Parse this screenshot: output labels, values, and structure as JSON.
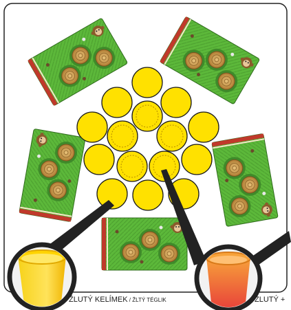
{
  "captions": {
    "yellow_cup": "ŽLUTÝ KELÍMEK",
    "yellow_cup_sep": " / ",
    "yellow_cup_alt": "ŽLTÝ TÉGLIK",
    "orange_cup": "ŽLUTÝ +"
  },
  "colors": {
    "background": "#ffffff",
    "frame": "#222222",
    "token_yellow": "#ffe100",
    "token_stroke": "#1a1a1a",
    "card_green": "#5cb83a",
    "card_stripe": "#c0392b",
    "stump": "#c89a4a",
    "cup_yellow": "#f5c400",
    "cup_orange": "#f08a24",
    "cup_red": "#e8423a"
  },
  "icons": [
    "monkey-icon",
    "tree-stump-icon",
    "yellow-token-icon",
    "yellow-cup-icon",
    "orange-cup-icon"
  ]
}
